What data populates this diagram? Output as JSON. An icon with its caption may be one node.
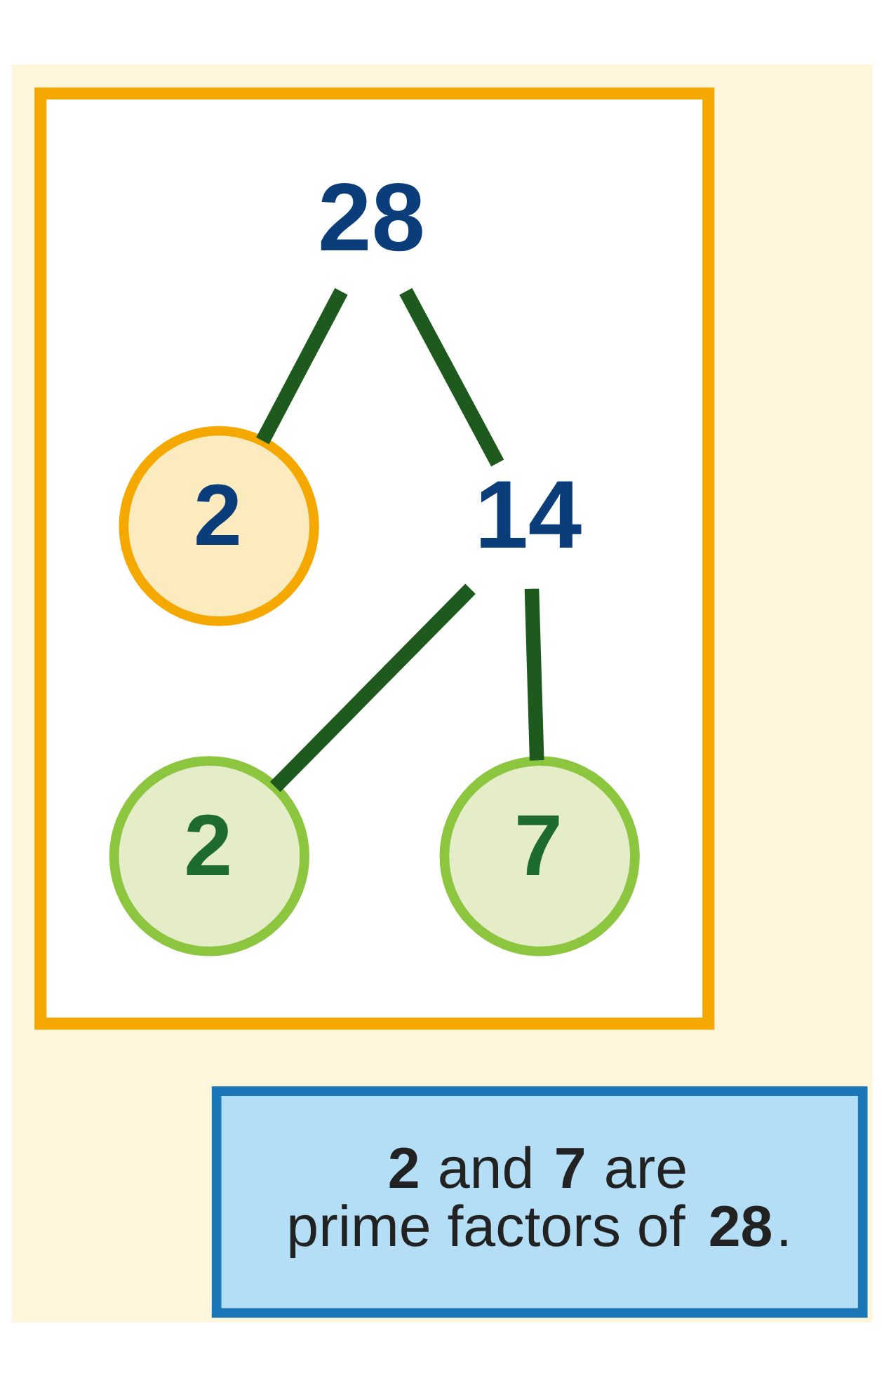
{
  "diagram": {
    "nodes": [
      {
        "text": [],
        "shape": "box"
      },
      {
        "text": [
          "28"
        ],
        "in": 0
      },
      {
        "text": [
          "2"
        ],
        "in": 0
      },
      {
        "text": [
          "14"
        ],
        "in": 0
      },
      {
        "text": [
          "2"
        ],
        "in": 0
      },
      {
        "text": [
          "7"
        ],
        "in": 0
      },
      {
        "text": [
          "**2** and **7** are prime factors of **28**."
        ]
      }
    ],
    "edges": [
      {
        "from": 1,
        "to": 2,
        "arrow": "none"
      },
      {
        "from": 1,
        "to": 3,
        "arrow": "none"
      },
      {
        "from": 3,
        "to": 4,
        "arrow": "none"
      },
      {
        "from": 3,
        "to": 5,
        "arrow": "none"
      }
    ]
  }
}
